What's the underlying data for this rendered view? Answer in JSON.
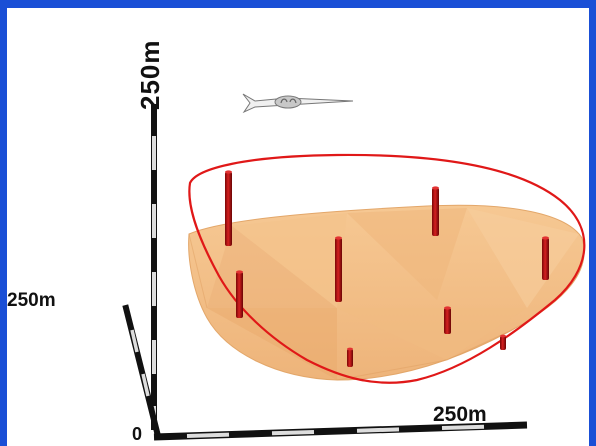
{
  "axes": {
    "z_label": "250m",
    "y_label": "250m",
    "x_label": "250m",
    "origin_label": "0"
  },
  "colors": {
    "background_frame": "#1a4fd6",
    "surface_fill": "#f2bd85",
    "outline_stroke": "#e01818",
    "pillar": "#b50f0f",
    "axis_dark": "#111111",
    "axis_light": "#dddddd"
  },
  "icons": {
    "north_arrow": "compass-arrow-icon"
  }
}
